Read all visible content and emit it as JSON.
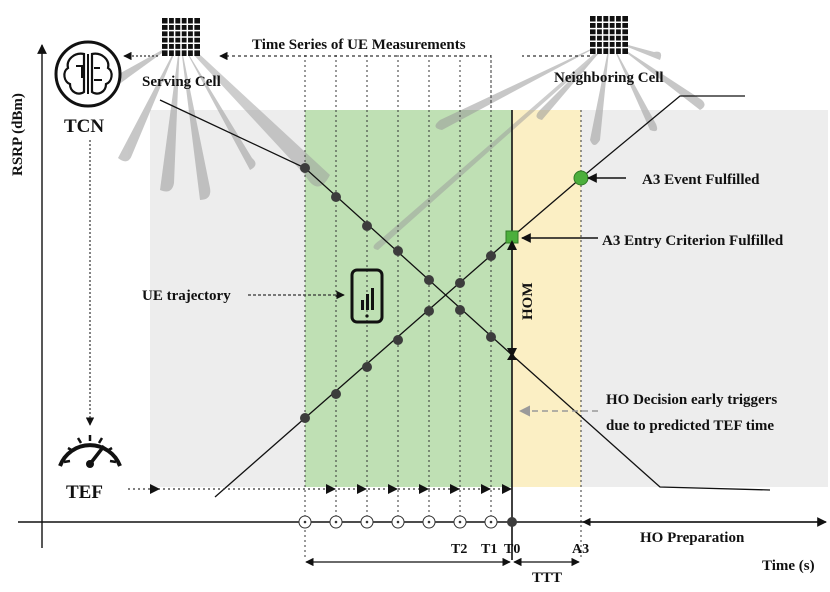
{
  "labels": {
    "time_series": "Time Series of UE Measurements",
    "serving_cell": "Serving Cell",
    "neighboring_cell": "Neighboring Cell",
    "tcn": "TCN",
    "tef": "TEF",
    "y_axis": "RSRP (dBm)",
    "x_axis": "Time (s)",
    "a3_event": "A3 Event Fulfilled",
    "a3_entry": "A3 Entry Criterion Fulfilled",
    "ue_trajectory": "UE trajectory",
    "hom": "HOM",
    "ho_decision_line1": "HO Decision early triggers",
    "ho_decision_line2": "due to predicted TEF time",
    "ho_preparation": "HO Preparation",
    "ttt": "TTT",
    "t2": "T2",
    "t1": "T1",
    "t0": "T0",
    "a3": "A3"
  },
  "colors": {
    "measurement_window": "#bfe0b4",
    "ttt_window": "#fbefc4",
    "background_zone": "#ededed",
    "beam": "#9a9a9a",
    "point": "#3c3c3c",
    "event_point": "#4caf3c"
  },
  "icons": [
    "grid-antenna-icon",
    "brain-icon",
    "speedometer-icon",
    "phone-signal-icon"
  ]
}
